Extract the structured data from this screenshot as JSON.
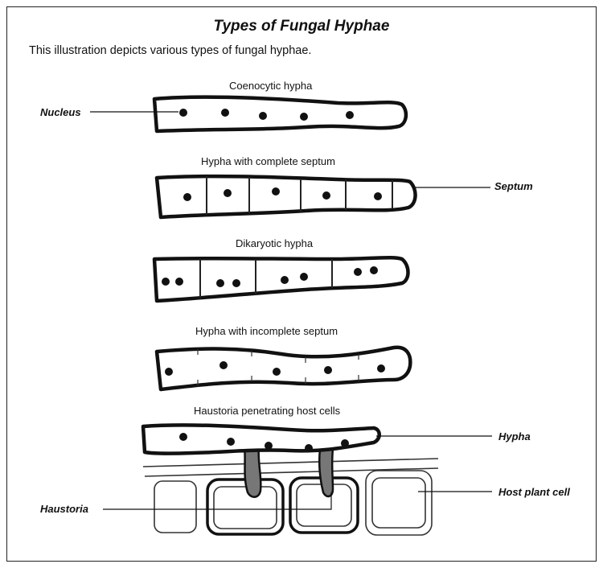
{
  "title": "Types of Fungal Hyphae",
  "subtitle": "This illustration depicts various types of fungal hyphae.",
  "captions": {
    "coenocytic": "Coenocytic hypha",
    "complete_septum": "Hypha with complete septum",
    "dikaryotic": "Dikaryotic hypha",
    "incomplete_septum": "Hypha with incomplete septum",
    "haustoria_host": "Haustoria penetrating host cells"
  },
  "labels": {
    "nucleus": "Nucleus",
    "septum": "Septum",
    "hypha": "Hypha",
    "haustoria": "Haustoria",
    "host_plant_cell": "Host plant cell"
  }
}
